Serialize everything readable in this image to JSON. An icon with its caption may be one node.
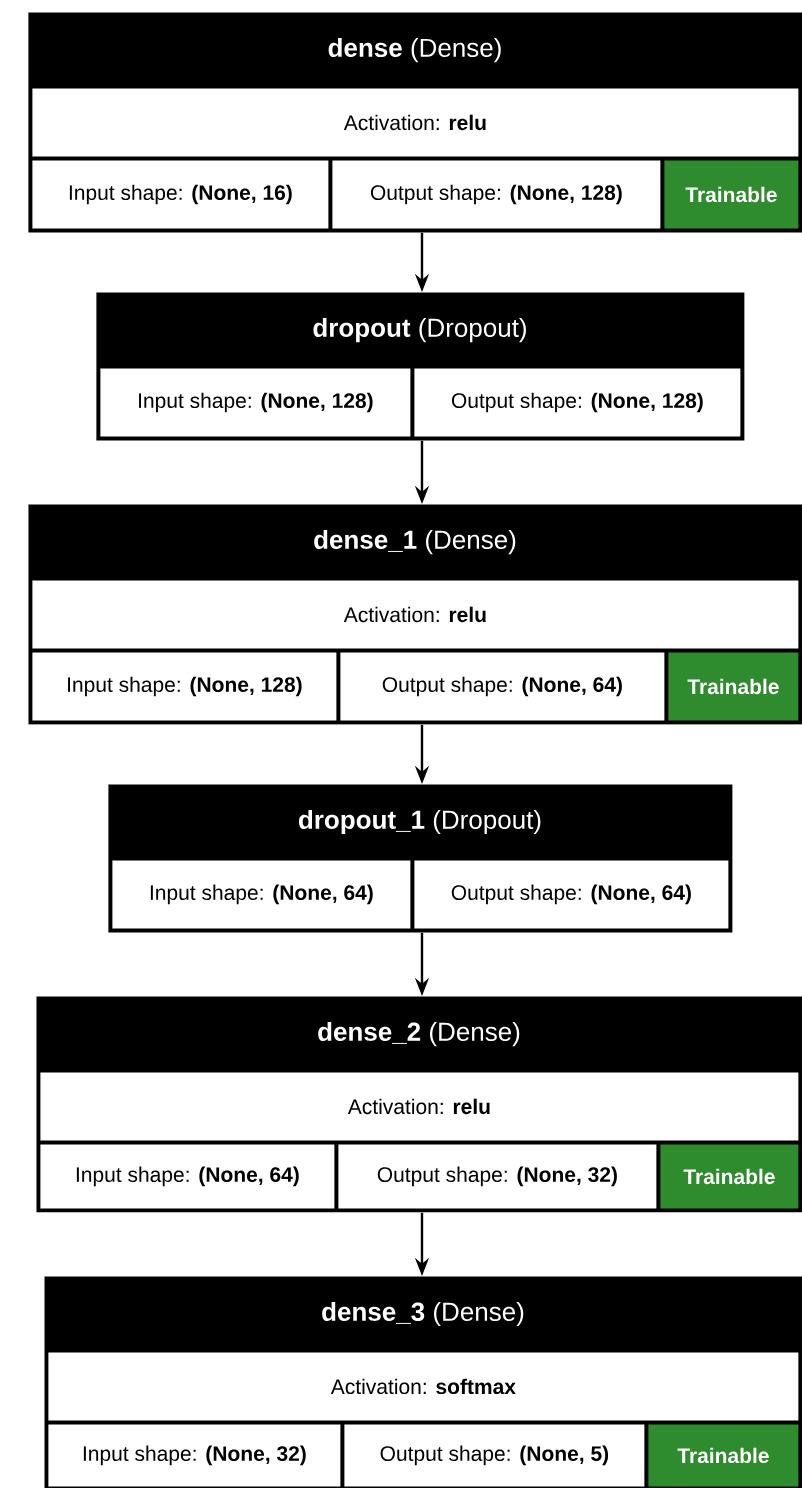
{
  "diagram": {
    "nodes": [
      {
        "text": [
          "**dense** (Dense)"
        ]
      },
      {
        "text": [
          "Activation: **relu**"
        ],
        "in": 0
      },
      {
        "text": [
          "Input shape: **(None, 16)**"
        ],
        "in": 0
      },
      {
        "text": [
          "Output shape: **(None, 128)**"
        ],
        "in": 0
      },
      {
        "text": [
          "Trainable"
        ],
        "in": 0
      },
      {
        "text": [
          "**dropout** (Dropout)"
        ]
      },
      {
        "text": [
          "Input shape: **(None, 128)**"
        ],
        "in": 5
      },
      {
        "text": [
          "Output shape: **(None, 128)**"
        ],
        "in": 5
      },
      {
        "text": [
          "**dense_1** (Dense)"
        ]
      },
      {
        "text": [
          "Activation: **relu**"
        ],
        "in": 8
      },
      {
        "text": [
          "Input shape: **(None, 128)**"
        ],
        "in": 8
      },
      {
        "text": [
          "Output shape: **(None, 64)**"
        ],
        "in": 8
      },
      {
        "text": [
          "Trainable"
        ],
        "in": 8
      },
      {
        "text": [
          "**dropout_1** (Dropout)"
        ]
      },
      {
        "text": [
          "Input shape: **(None, 64)**"
        ],
        "in": 13
      },
      {
        "text": [
          "Output shape: **(None, 64)**"
        ],
        "in": 13
      },
      {
        "text": [
          "**dense_2** (Dense)"
        ]
      },
      {
        "text": [
          "Activation: **relu**"
        ],
        "in": 16
      },
      {
        "text": [
          "Input shape: **(None, 64)**"
        ],
        "in": 16
      },
      {
        "text": [
          "Output shape: **(None, 32)**"
        ],
        "in": 16
      },
      {
        "text": [
          "Trainable"
        ],
        "in": 16
      },
      {
        "text": [
          "**dense_3** (Dense)"
        ]
      },
      {
        "text": [
          "Activation: **softmax**"
        ],
        "in": 21
      },
      {
        "text": [
          "Input shape: **(None, 32)**"
        ],
        "in": 21
      },
      {
        "text": [
          "Output shape: **(None, 5)**"
        ],
        "in": 21
      },
      {
        "text": [
          "Trainable"
        ],
        "in": 21
      }
    ],
    "edges": [
      {
        "from": 0,
        "to": 5,
        "arrow": "to"
      },
      {
        "from": 5,
        "to": 8,
        "arrow": "to"
      },
      {
        "from": 8,
        "to": 13,
        "arrow": "to"
      },
      {
        "from": 13,
        "to": 16,
        "arrow": "to"
      },
      {
        "from": 16,
        "to": 21,
        "arrow": "to"
      }
    ]
  }
}
